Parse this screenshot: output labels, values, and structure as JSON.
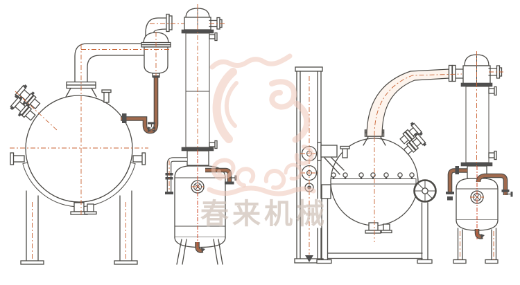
{
  "watermark": {
    "text": "春来机械",
    "logo": "dragon-seal-emblem"
  },
  "colors": {
    "bg": "#ffffff",
    "line": "#4c4a46",
    "dark": "#4f4f4f",
    "centerline": "#c96232",
    "centerline2": "#cf4526",
    "hatch-bg": "#f8e7d8",
    "hatch-line": "#dd8f5d",
    "hatch-line2": "#eec4a4",
    "jacket-line": "#9a9a9a",
    "pipe-brown": "#a06a4e",
    "pipe-fill": "#fdf4ed",
    "band-fill": "#e3e0dc",
    "wm-pink": "#efc7b8",
    "wm-text": "#cfc2b8"
  },
  "components": {
    "left_view": "spherical vacuum concentrator - side elevation",
    "left_sphere": "spherical evaporation vessel with heating jacket",
    "catchpot": "vapor catchpot separator",
    "mid_column": "tubular condenser column",
    "mid_tank": "condensate receiver tank",
    "right_view": "spherical vacuum concentrator - front elevation",
    "frame": "support frame stand",
    "handwheel": "tilting handwheel",
    "right_column": "tubular condenser column",
    "right_tank": "condensate receiver tank"
  }
}
